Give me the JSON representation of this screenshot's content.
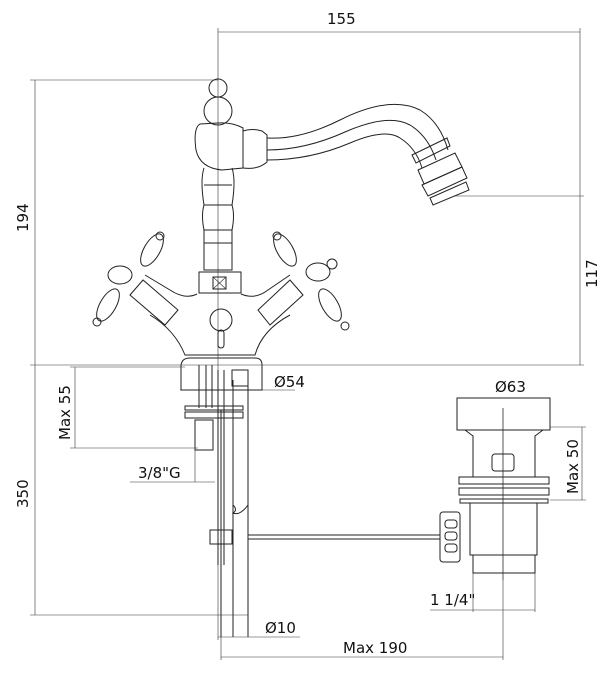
{
  "drawing": {
    "title": "Bidet mixer with pop-up waste - dimensions",
    "dimensions": {
      "spout_reach": "155",
      "total_height": "194",
      "spout_height": "117",
      "max_deck_thickness": "Max 55",
      "connection_thread": "3/8\"G",
      "hose_length": "350",
      "base_diameter": "Ø54",
      "waste_diameter": "Ø63",
      "waste_max_thickness": "Max 50",
      "waste_thread": "1 1/4\"",
      "hose_diameter": "Ø10",
      "max_rod_length": "Max 190"
    }
  }
}
